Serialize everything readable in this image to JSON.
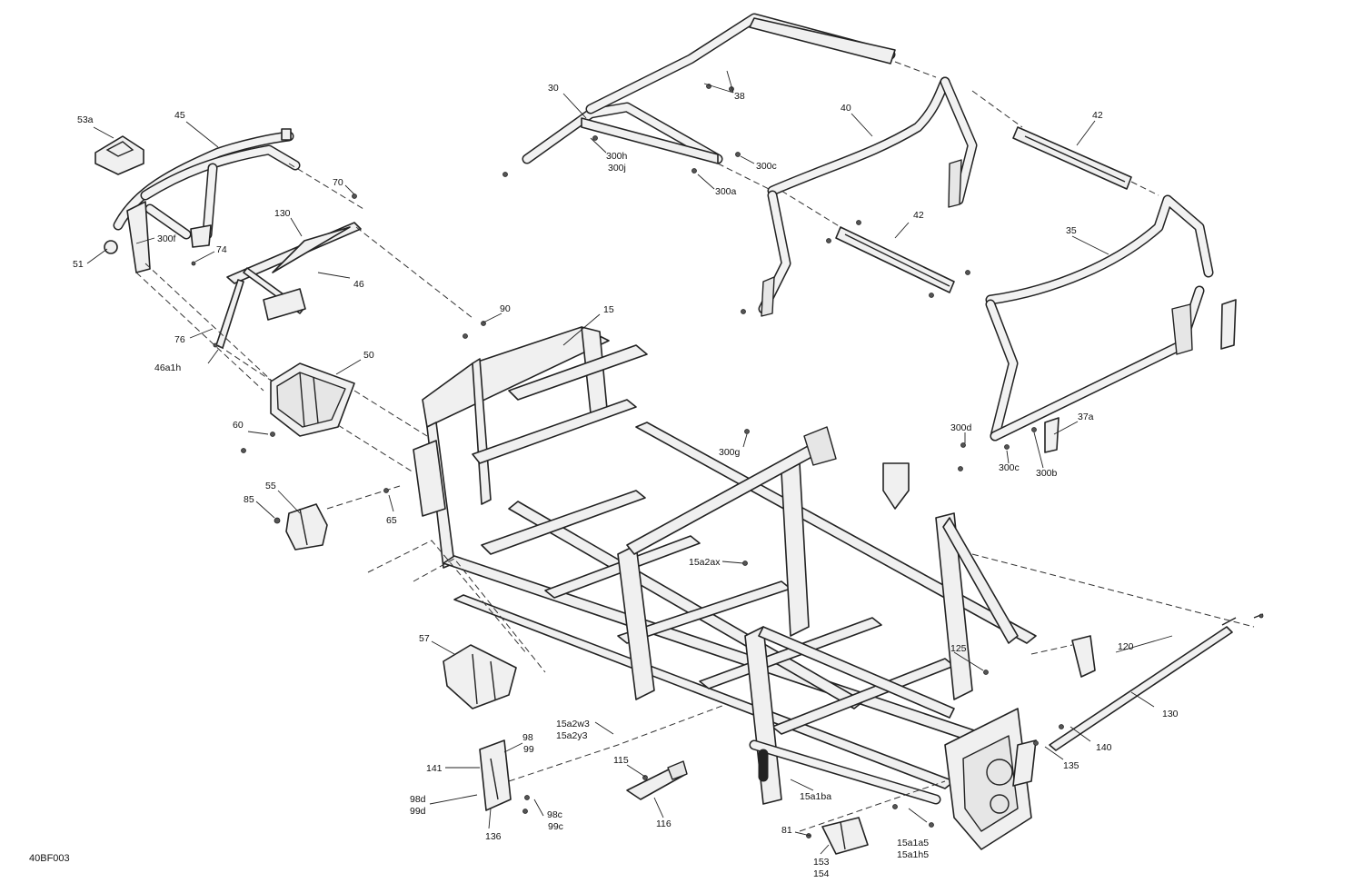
{
  "figure": {
    "reference": "40BF003",
    "callouts": {
      "c53a": "53a",
      "c45": "45",
      "c51": "51",
      "c300f": "300f",
      "c74": "74",
      "c70": "70",
      "c130a": "130",
      "c46": "46",
      "c76": "76",
      "c46a1h": "46a1h",
      "c50": "50",
      "c60": "60",
      "c55": "55",
      "c85": "85",
      "c65": "65",
      "c90": "90",
      "c15": "15",
      "c30": "30",
      "c38": "38",
      "c40": "40",
      "c42a": "42",
      "c42b": "42",
      "c35": "35",
      "c300h": "300h",
      "c300j": "300j",
      "c300c_top": "300c",
      "c300a": "300a",
      "c300d": "300d",
      "c300c_bot": "300c",
      "c300b": "300b",
      "c37a": "37a",
      "c300g": "300g",
      "c15a2ax": "15a2ax",
      "c57": "57",
      "c125": "125",
      "c120": "120",
      "c130b": "130",
      "c140": "140",
      "c135": "135",
      "c15a2w3": "15a2w3",
      "c15a2y3": "15a2y3",
      "c98": "98",
      "c99": "99",
      "c141": "141",
      "c98d": "98d",
      "c99d": "99d",
      "c98c": "98c",
      "c99c": "99c",
      "c136": "136",
      "c115": "115",
      "c116": "116",
      "c15a1ba": "15a1ba",
      "c81": "81",
      "c153": "153",
      "c154": "154",
      "c15a1a5": "15a1a5",
      "c15a1h5": "15a1h5"
    }
  }
}
